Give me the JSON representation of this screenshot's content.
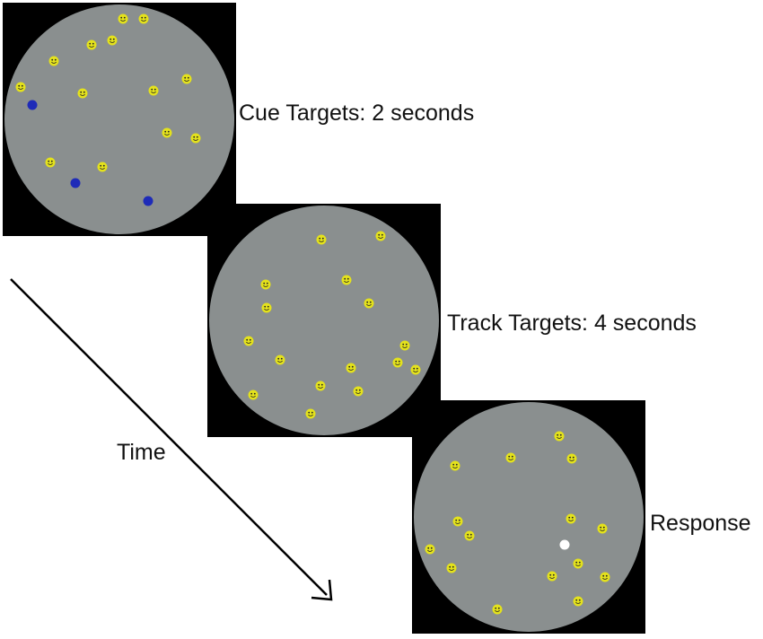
{
  "colors": {
    "panel_background": "#000000",
    "arena": "#8a8f8f",
    "distractor": "#e4e21c",
    "target_cue": "#1e2bb8",
    "probe": "#ffffff",
    "arrow": "#000000"
  },
  "stages": [
    {
      "label": "Cue Targets: 2 seconds",
      "distractor_icon": "smiley-face-icon",
      "target_icon": "blue-dot-icon"
    },
    {
      "label": "Track Targets: 4 seconds",
      "distractor_icon": "smiley-face-icon"
    },
    {
      "label": "Response",
      "distractor_icon": "smiley-face-icon",
      "probe_icon": "white-probe-icon"
    }
  ],
  "time_label": "Time",
  "time_arrow_icon": "arrow-down-right-icon"
}
